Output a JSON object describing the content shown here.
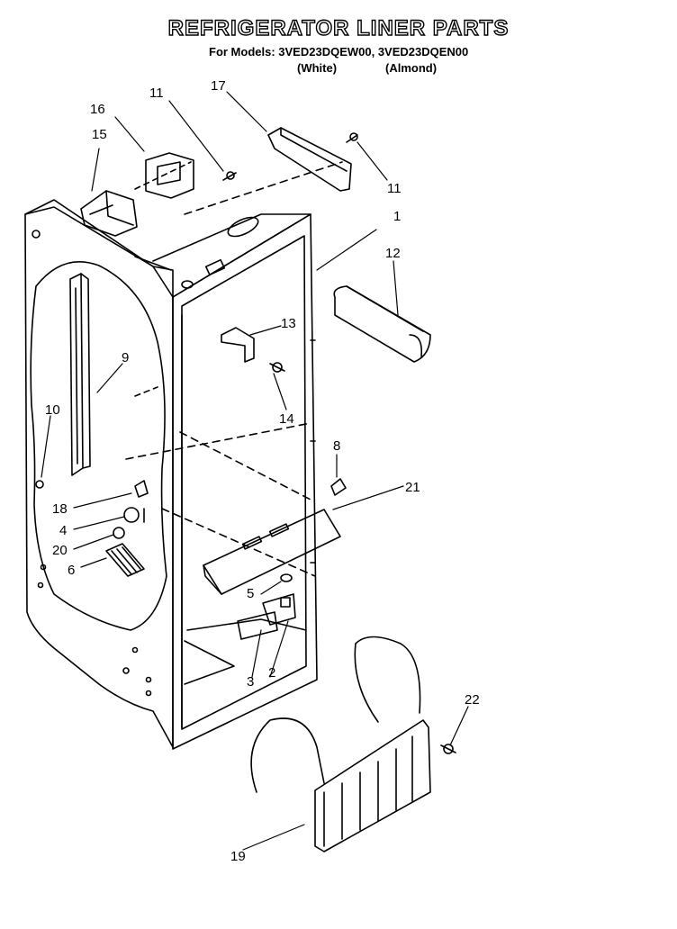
{
  "header": {
    "title": "REFRIGERATOR LINER PARTS",
    "models_line": "For Models: 3VED23DQEW00, 3VED23DQEN00",
    "variants": [
      "(White)",
      "(Almond)"
    ]
  },
  "callouts": [
    "1",
    "2",
    "3",
    "4",
    "5",
    "6",
    "8",
    "9",
    "10",
    "11",
    "11",
    "12",
    "13",
    "14",
    "15",
    "16",
    "17",
    "18",
    "19",
    "20",
    "21",
    "22"
  ],
  "colors": {
    "line": "#000000",
    "background": "#ffffff"
  }
}
